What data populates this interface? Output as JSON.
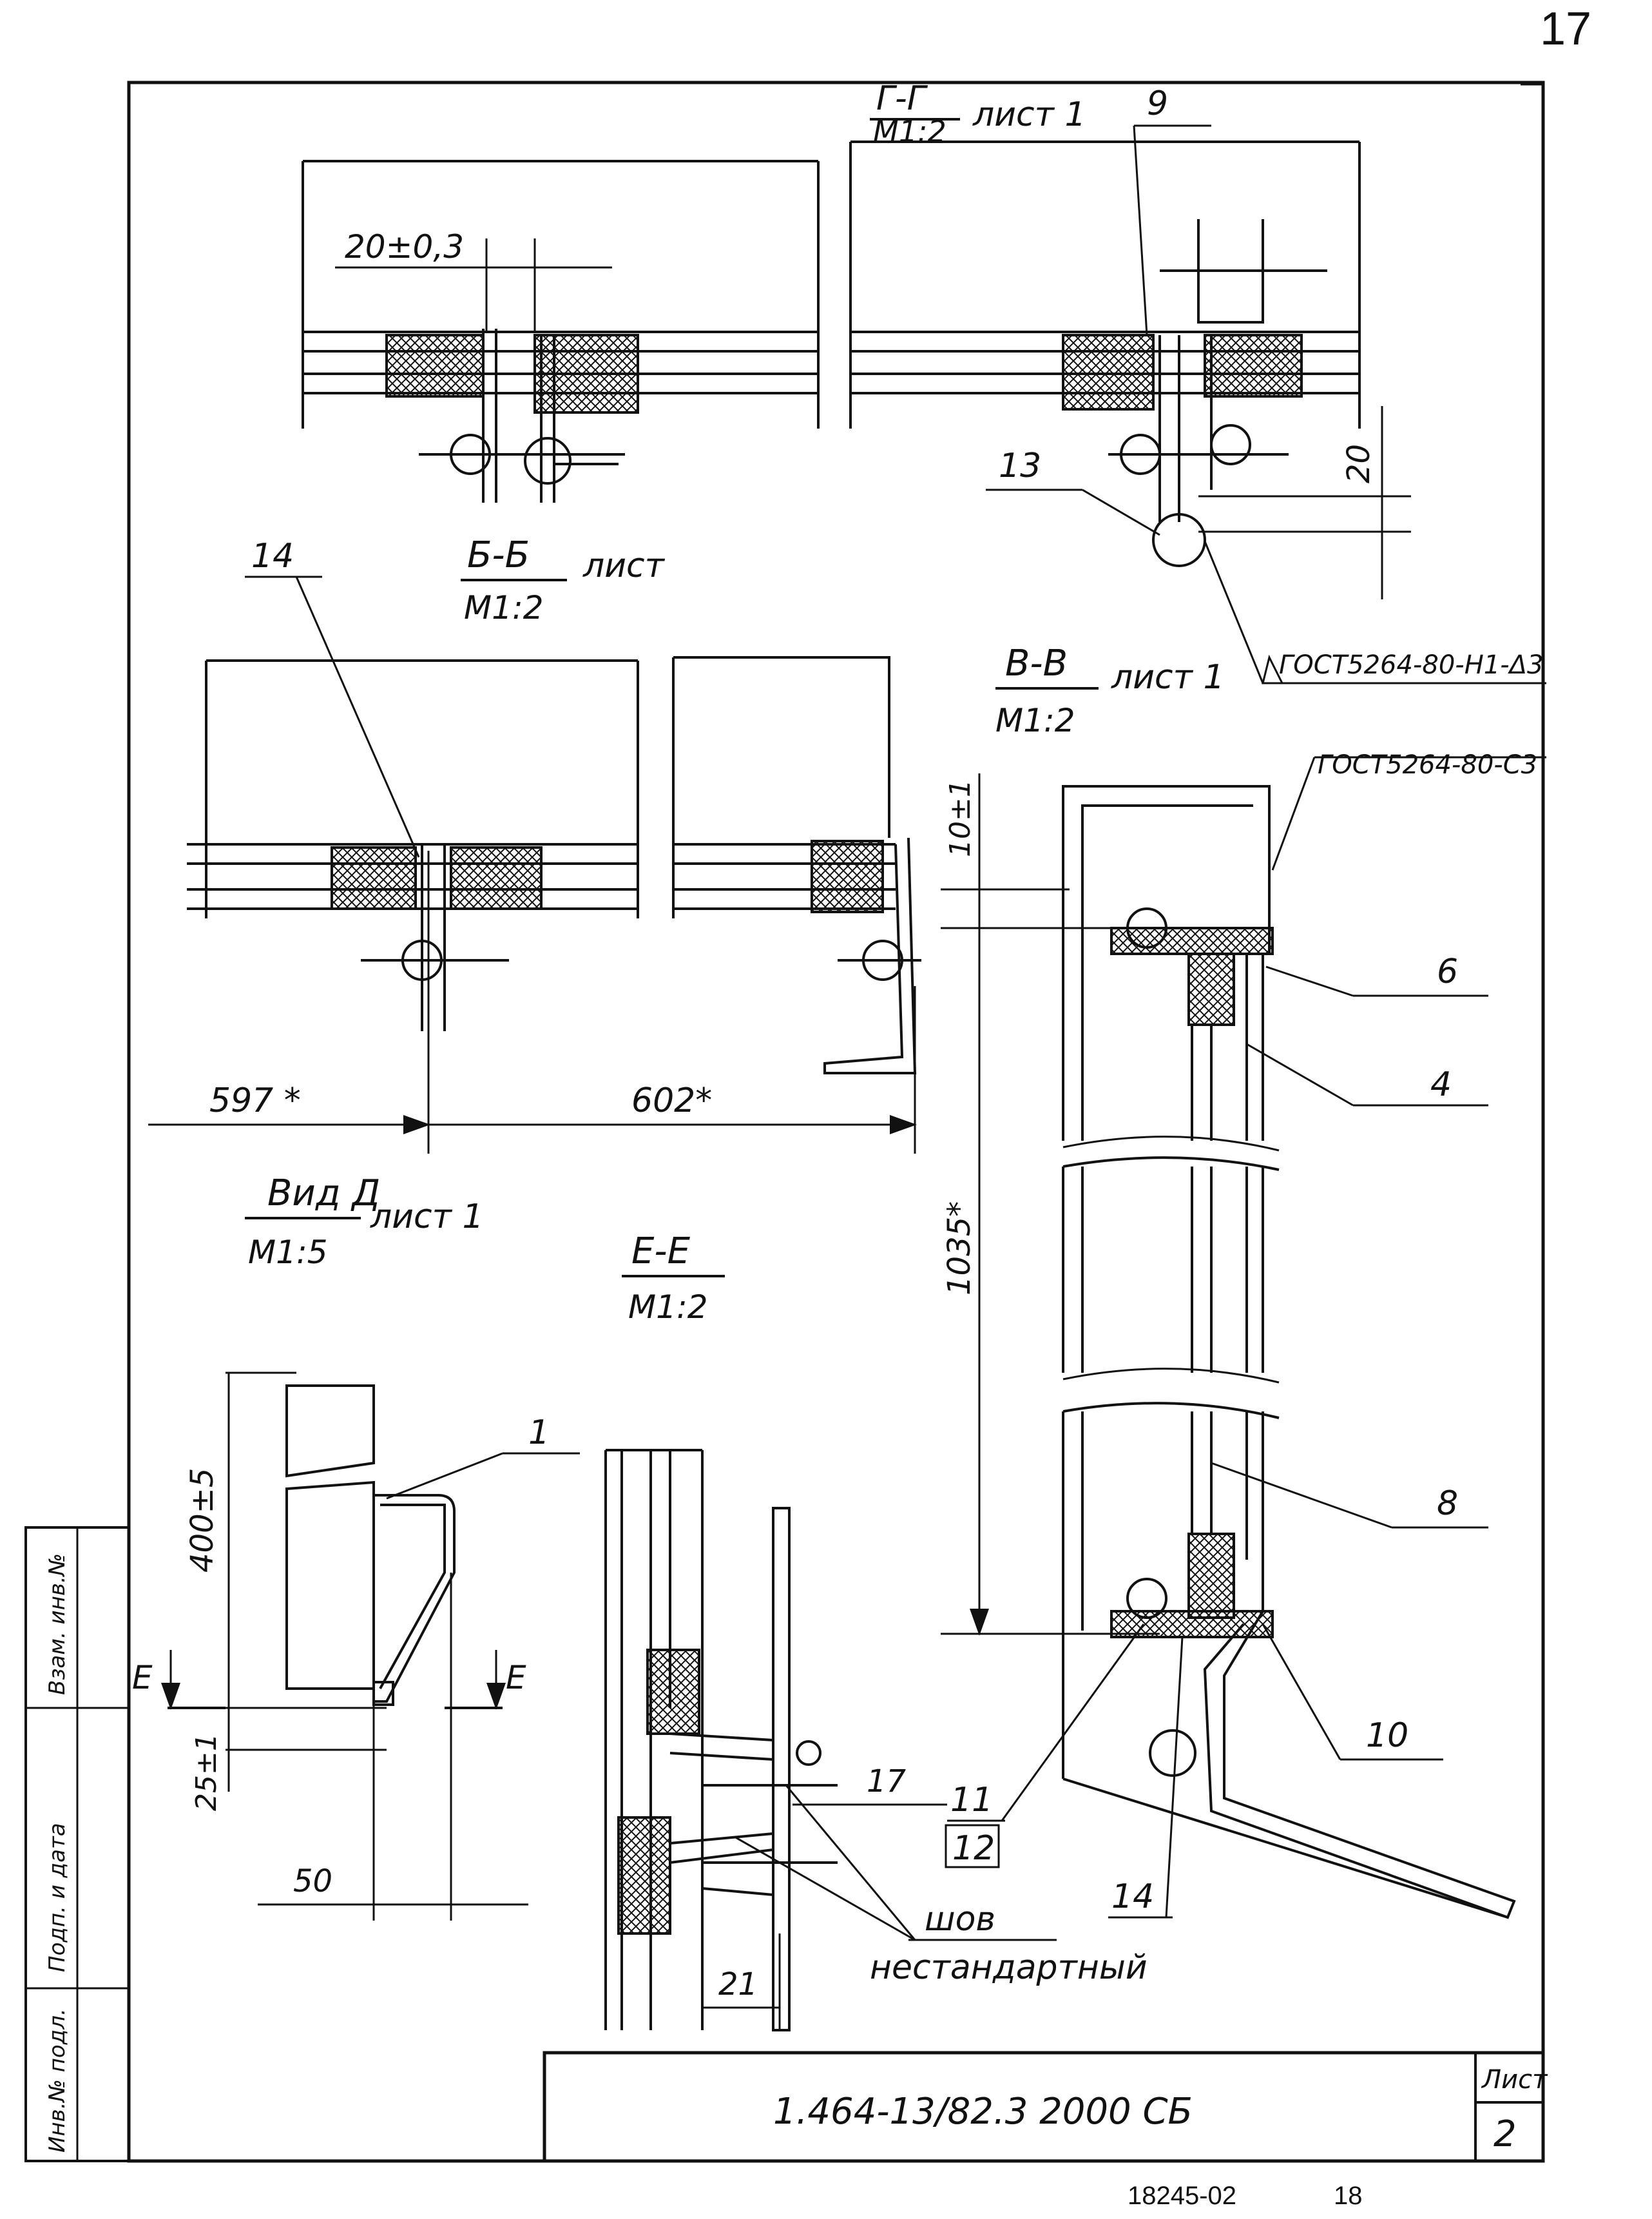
{
  "page": {
    "number": "17"
  },
  "footer": {
    "code": "18245-02",
    "page": "18"
  },
  "sections": {
    "g": {
      "title": "Г-Г",
      "scale": "М1:2",
      "sheet": "лист 1"
    },
    "b": {
      "title": "Б-Б",
      "scale": "М1:2",
      "sheet": "лист"
    },
    "v": {
      "title": "В-В",
      "scale": "М1:2",
      "sheet": "лист 1"
    },
    "d": {
      "title": "Вид Д",
      "scale": "М1:5",
      "sheet": "лист 1"
    },
    "e": {
      "title": "Е-Е",
      "scale": "М1:2"
    }
  },
  "dimensions": {
    "d20": "20±0,3",
    "d20v": "20",
    "d10": "10±1",
    "d597": "597 *",
    "d602": "602*",
    "d1035": "1035*",
    "d400": "400±5",
    "d25": "25±1",
    "d50": "50",
    "d17": "17",
    "d21": "21"
  },
  "callouts": {
    "c1": "1",
    "c4": "4",
    "c6": "6",
    "c8": "8",
    "c9": "9",
    "c10": "10",
    "c11": "11",
    "c12": "12",
    "c13": "13",
    "c14a": "14",
    "c14b": "14",
    "e_left": "Е",
    "e_right": "Е"
  },
  "welds": {
    "gost1": "ГОСТ5264-80-Н1-Δ3",
    "gost2": "ГОСТ5264-80-С3",
    "seam_line1": "шов",
    "seam_line2": "нестандартный"
  },
  "title_block": {
    "code": "1.464-13/82.3   2000 СБ",
    "sheet_label": "Лист",
    "sheet_no": "2"
  },
  "side_stamp": {
    "col1": "Инв.№ подл.",
    "col2": "Подп. и дата",
    "col3": "Взам. инв.№"
  }
}
